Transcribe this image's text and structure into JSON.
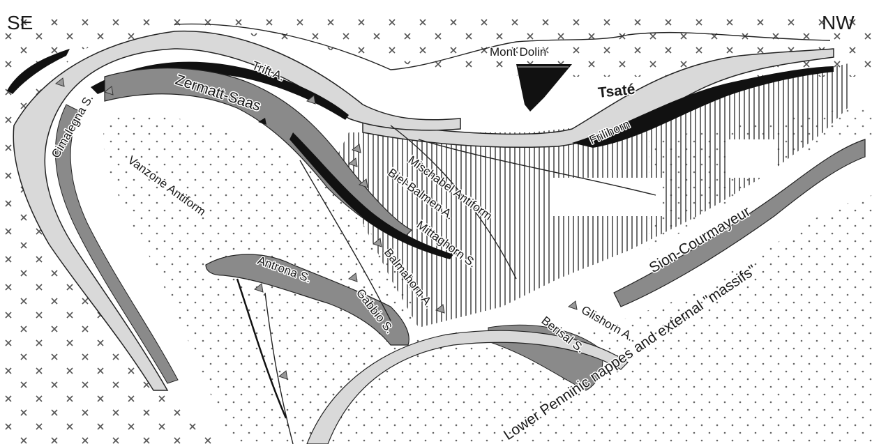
{
  "orientation": {
    "left": "SE",
    "right": "NW"
  },
  "labels": {
    "mont_dolin": "Mont Dolin",
    "tsate": "Tsaté",
    "trift": "Trift A.",
    "zermatt_saas": "Zermatt-Saas",
    "frilihorn": "Frilihorn",
    "cimalegna": "Cimalegna S.",
    "vanzone": "Vanzone Antiform",
    "mischabel": "Mischabel Antiform",
    "biel_balmen": "Biel-Balmen A.",
    "mittaghorn": "Mittaghorn S.",
    "antrona": "Antrona S.",
    "balmahorn": "Balmahorn A.",
    "gabbio": "Gabbio S.",
    "sion_courmayeur": "Sion-Courmayeur",
    "glishorn": "Glishorn A.",
    "berisal": "Berisal S.",
    "lower_penninic": "Lower Penninic nappes and external \"massifs\""
  },
  "colors": {
    "background": "#ffffff",
    "ophiolite_grey": "#8a8a8a",
    "light_grey": "#d9d9d9",
    "black_units": "#111111",
    "hatch": "#333333",
    "crosses": "#555555",
    "dots": "#666666"
  }
}
